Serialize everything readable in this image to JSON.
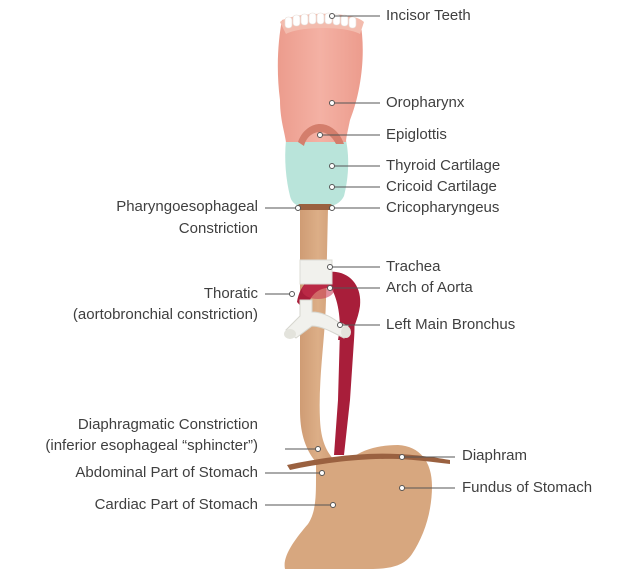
{
  "labels": {
    "incisor_teeth": "Incisor Teeth",
    "oropharynx": "Oropharynx",
    "epiglottis": "Epiglottis",
    "thyroid_cartilage": "Thyroid Cartilage",
    "cricoid_cartilage": "Cricoid Cartilage",
    "cricopharyngeus": "Cricopharyngeus",
    "pharyngoesophageal_line1": "Pharyngoesophageal",
    "pharyngoesophageal_line2": "Constriction",
    "trachea": "Trachea",
    "arch_of_aorta": "Arch of Aorta",
    "thoratic_line1": "Thoratic",
    "thoratic_line2": "(aortobronchial constriction)",
    "left_main_bronchus": "Left Main Bronchus",
    "diaphragmatic_line1": "Diaphragmatic Constriction",
    "diaphragmatic_line2": "(inferior esophageal “sphincter”)",
    "diaphram": "Diaphram",
    "abdominal_part": "Abdominal Part of Stomach",
    "fundus": "Fundus of Stomach",
    "cardiac_part": "Cardiac Part of Stomach"
  },
  "colors": {
    "esophagus": "#d7a77f",
    "oropharynx": "#efa597",
    "cartilage": "#b9e4da",
    "aorta": "#a81e3a",
    "bronchus": "#f1f1ed",
    "constriction_band": "#9a6140",
    "teeth": "#ffffff",
    "gums": "#f3bcae",
    "leader_line": "#555555"
  }
}
